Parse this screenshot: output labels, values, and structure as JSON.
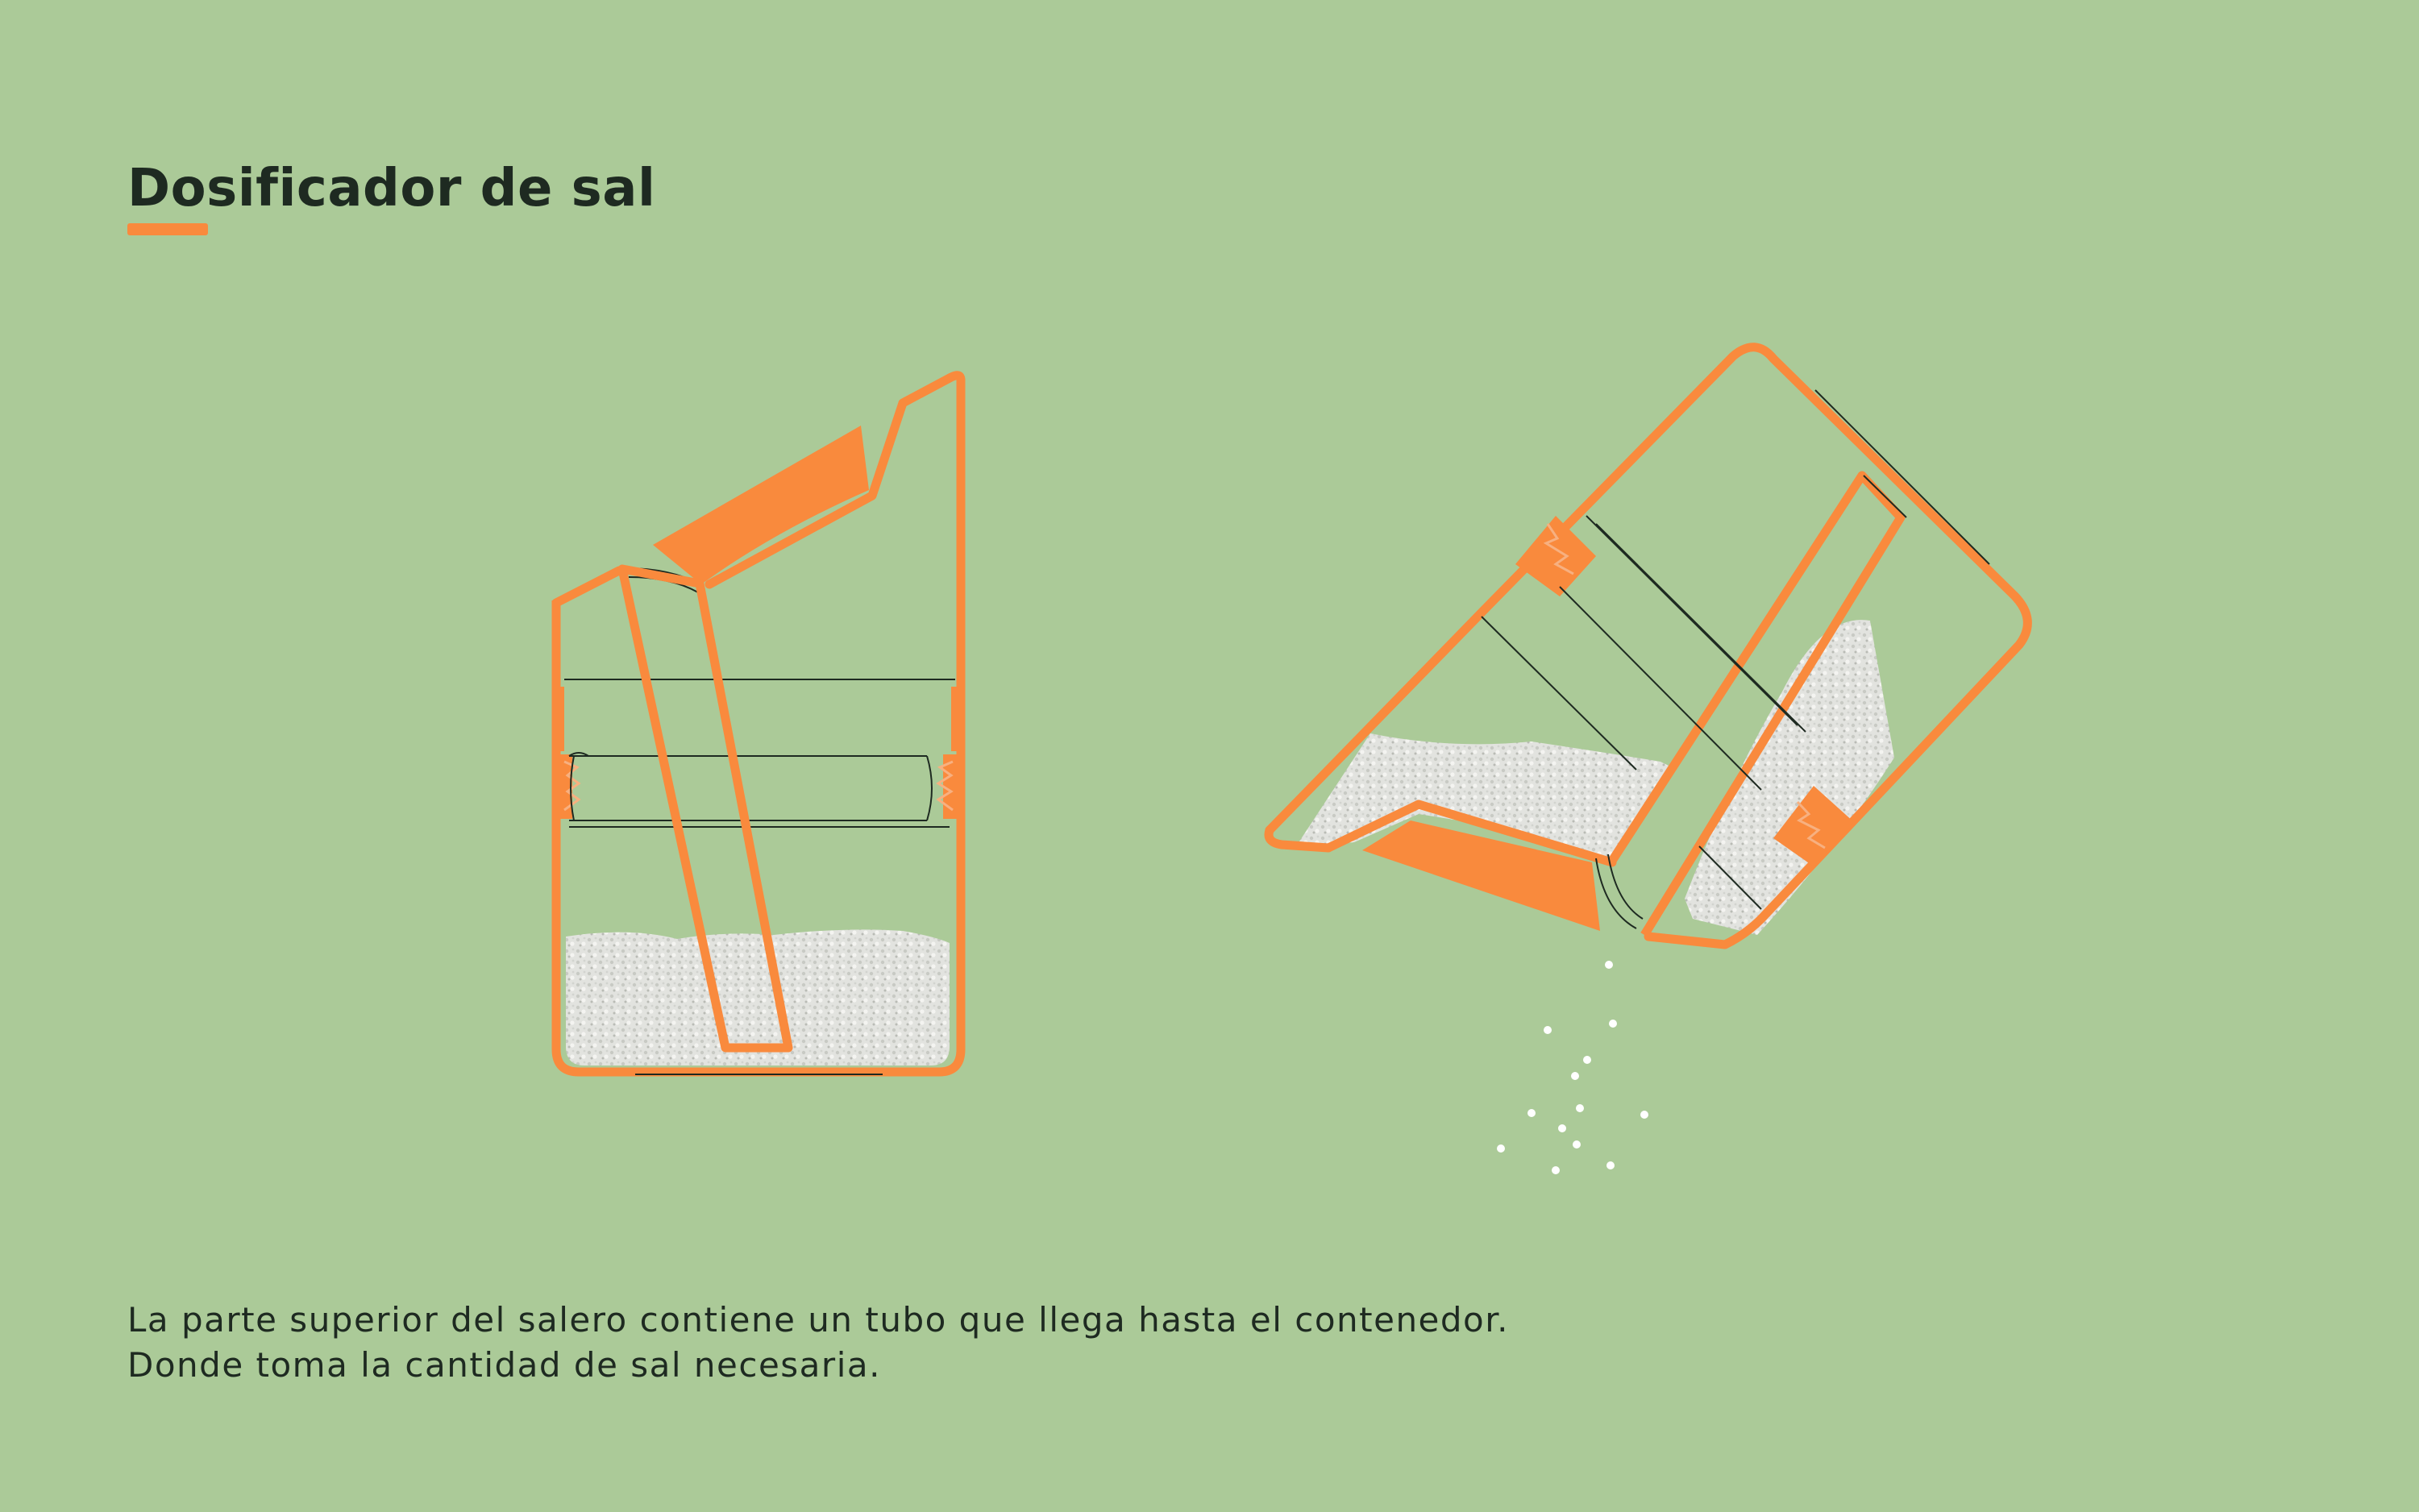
{
  "title": "Dosificador de sal",
  "caption": {
    "line1": "La parte superior del salero contiene un tubo que llega hasta el contenedor.",
    "line2": "Donde toma la cantidad de sal necesaria."
  },
  "colors": {
    "background": "#abca98",
    "accent": "#f98a3d",
    "text": "#1e2a21",
    "salt": "#e3e3e0"
  }
}
